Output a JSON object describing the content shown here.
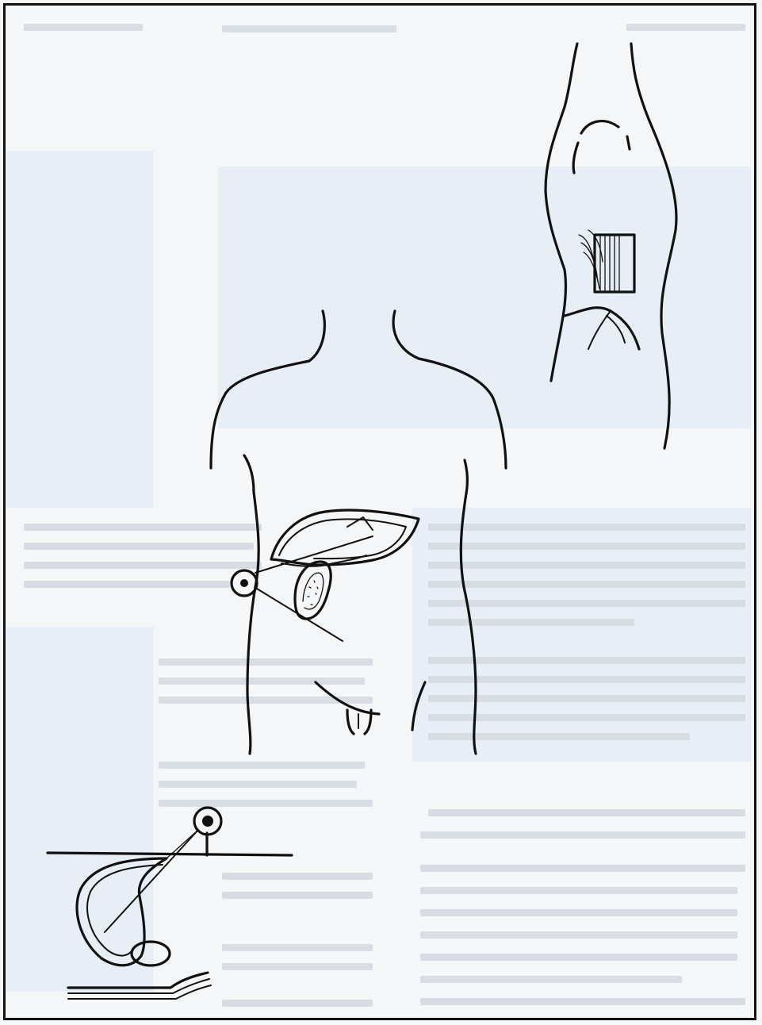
{
  "figure": {
    "type": "line-drawing",
    "views": [
      "back-side-view-with-grid",
      "front-torso-with-liver-scan-line",
      "transverse-section-with-probe"
    ]
  },
  "colors": {
    "ink": "#111111",
    "background_panel": "#e7eef6",
    "faded_text": "#d7dde3"
  }
}
